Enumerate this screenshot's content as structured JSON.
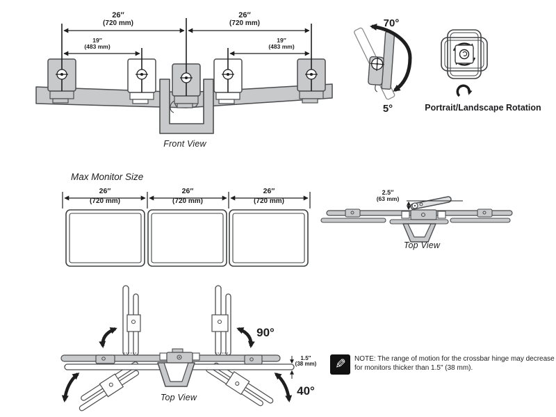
{
  "front_view": {
    "caption": "Front View",
    "dim_span_left": {
      "primary": "26″",
      "secondary": "(720 mm)"
    },
    "dim_span_right": {
      "primary": "26″",
      "secondary": "(720 mm)"
    },
    "dim_vesa_left": {
      "primary": "19″",
      "secondary": "(483 mm)"
    },
    "dim_vesa_right": {
      "primary": "19″",
      "secondary": "(483 mm)"
    }
  },
  "tilt": {
    "angle_back": "70°",
    "angle_forward": "5°"
  },
  "rotation": {
    "caption": "Portrait/Landscape Rotation"
  },
  "max_monitor_size": {
    "title": "Max Monitor Size",
    "monitor_dims": [
      {
        "primary": "26″",
        "secondary": "(720 mm)"
      },
      {
        "primary": "26″",
        "secondary": "(720 mm)"
      },
      {
        "primary": "26″",
        "secondary": "(720 mm)"
      }
    ]
  },
  "top_view_upper": {
    "caption": "Top View",
    "depth_dim": {
      "primary": "2.5″",
      "secondary": "(63 mm)"
    }
  },
  "top_view_lower": {
    "caption": "Top View",
    "rotation_range": "90°",
    "swing_range": "40°",
    "thickness_dim": {
      "primary": "1.5″",
      "secondary": "(38 mm)"
    }
  },
  "note": {
    "line1": "NOTE: The range of motion for the crossbar hinge",
    "line2": "may decrease for monitors thicker than 1.5\" (38 mm)."
  },
  "icons": {
    "pencil": "✎"
  },
  "colors": {
    "fill_gray": "#c8c9cb",
    "stroke_gray": "#4b4c4e",
    "ink": "#1e1e1e"
  }
}
